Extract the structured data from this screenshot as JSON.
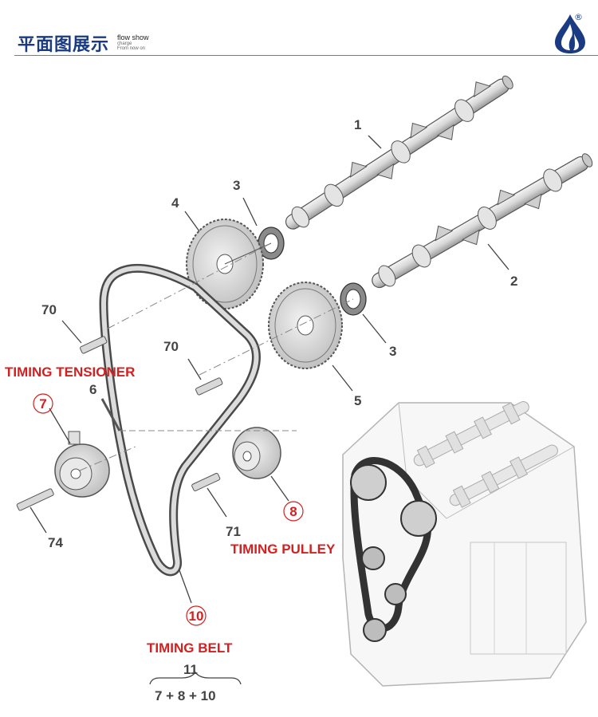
{
  "header": {
    "title": "平面图展示",
    "subtitle": "flow show",
    "caption_line1": "charge",
    "caption_line2": "From now on",
    "registered": "®"
  },
  "parts": {
    "p1": "1",
    "p2": "2",
    "p3a": "3",
    "p3b": "3",
    "p4": "4",
    "p5": "5",
    "p6": "6",
    "p70a": "70",
    "p70b": "70",
    "p71": "71",
    "p74": "74",
    "p7": "7",
    "p8": "8",
    "p10": "10",
    "p11": "11",
    "kit": "7 + 8 + 10"
  },
  "labels": {
    "tensioner": "TIMING TENSIONER",
    "pulley": "TIMING PULLEY",
    "belt": "TIMING BELT"
  },
  "colors": {
    "brand_blue": "#1a3a82",
    "label_red": "#d32020",
    "line_gray": "#444444"
  }
}
